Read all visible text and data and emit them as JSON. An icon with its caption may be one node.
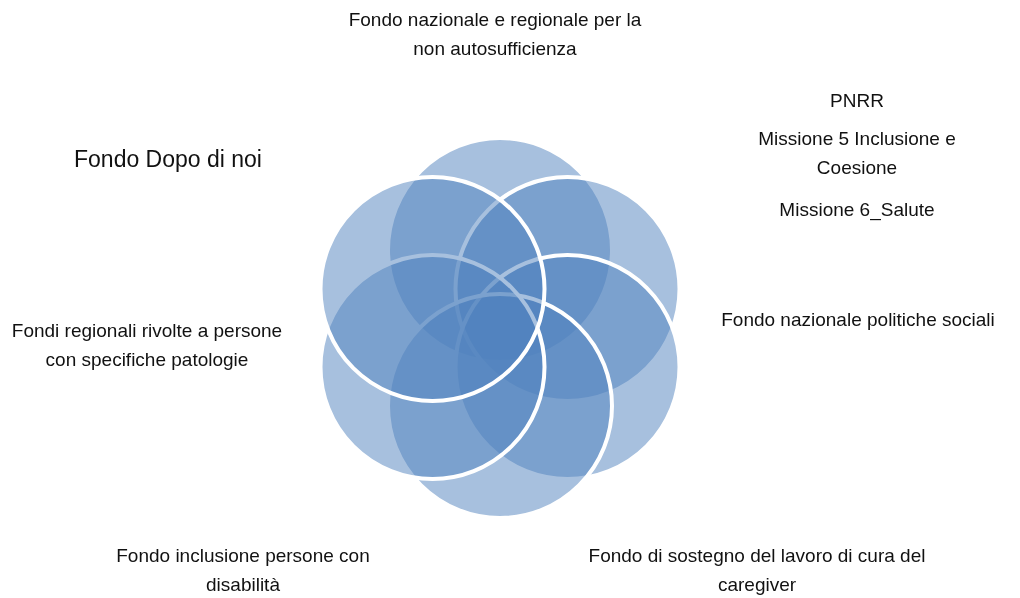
{
  "diagram": {
    "labels": [
      "Fondo nazionale e regionale per la non autosufficienza",
      "PNRR",
      "Fondo Dopo di noi",
      "Missione 5 Inclusione e Coesione",
      "Missione 6_Salute",
      "Fondo nazionale politiche sociali",
      "Fondi regionali rivolte a persone con specifiche patologie",
      "Fondo inclusione persone con disabilità",
      "Fondo di sostegno del lavoro di cura del caregiver"
    ]
  }
}
